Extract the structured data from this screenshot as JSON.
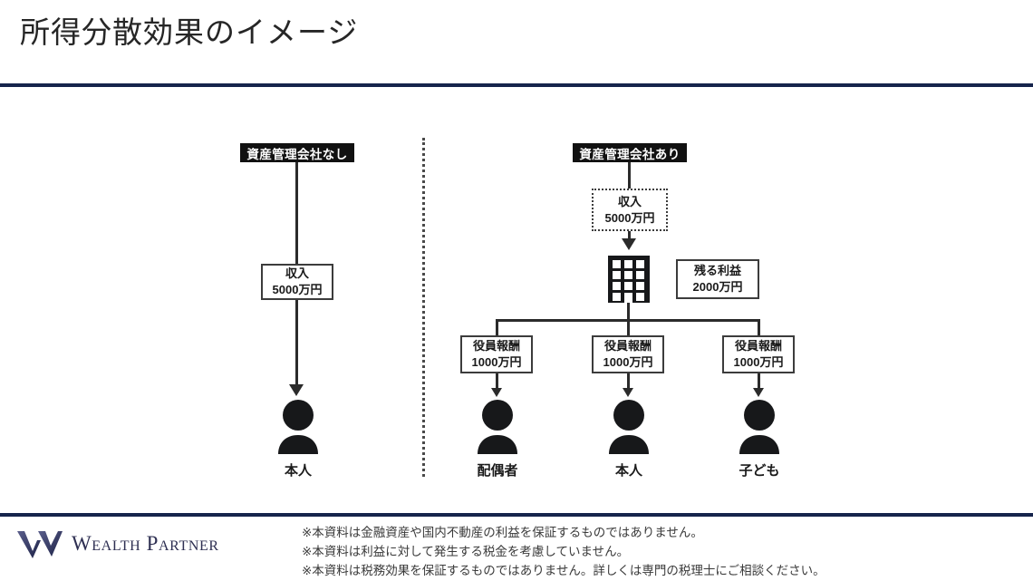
{
  "slide": {
    "title": "所得分散効果のイメージ",
    "accent_color": "#16244c",
    "background_color": "#ffffff"
  },
  "diagram": {
    "left_column": {
      "badge": "資産管理会社なし",
      "income_box": {
        "line1": "収入",
        "line2": "5000万円"
      },
      "person": {
        "label": "本人",
        "icon": "person-icon"
      }
    },
    "right_column": {
      "badge": "資産管理会社あり",
      "income_box": {
        "line1": "収入",
        "line2": "5000万円"
      },
      "company_icon": "building-icon",
      "retained_profit_box": {
        "line1": "残る利益",
        "line2": "2000万円"
      },
      "salary_boxes": [
        {
          "line1": "役員報酬",
          "line2": "1000万円"
        },
        {
          "line1": "役員報酬",
          "line2": "1000万円"
        },
        {
          "line1": "役員報酬",
          "line2": "1000万円"
        }
      ],
      "people": [
        {
          "label": "配偶者",
          "icon": "person-icon"
        },
        {
          "label": "本人",
          "icon": "person-icon"
        },
        {
          "label": "子ども",
          "icon": "person-icon"
        }
      ]
    }
  },
  "footer": {
    "logo_text": "Wealth Partner",
    "logo_mark": "w-logo-icon",
    "disclaimers": [
      "※本資料は金融資産や国内不動産の利益を保証するものではありません。",
      "※本資料は利益に対して発生する税金を考慮していません。",
      "※本資料は税務効果を保証するものではありません。詳しくは専門の税理士にご相談ください。"
    ]
  }
}
